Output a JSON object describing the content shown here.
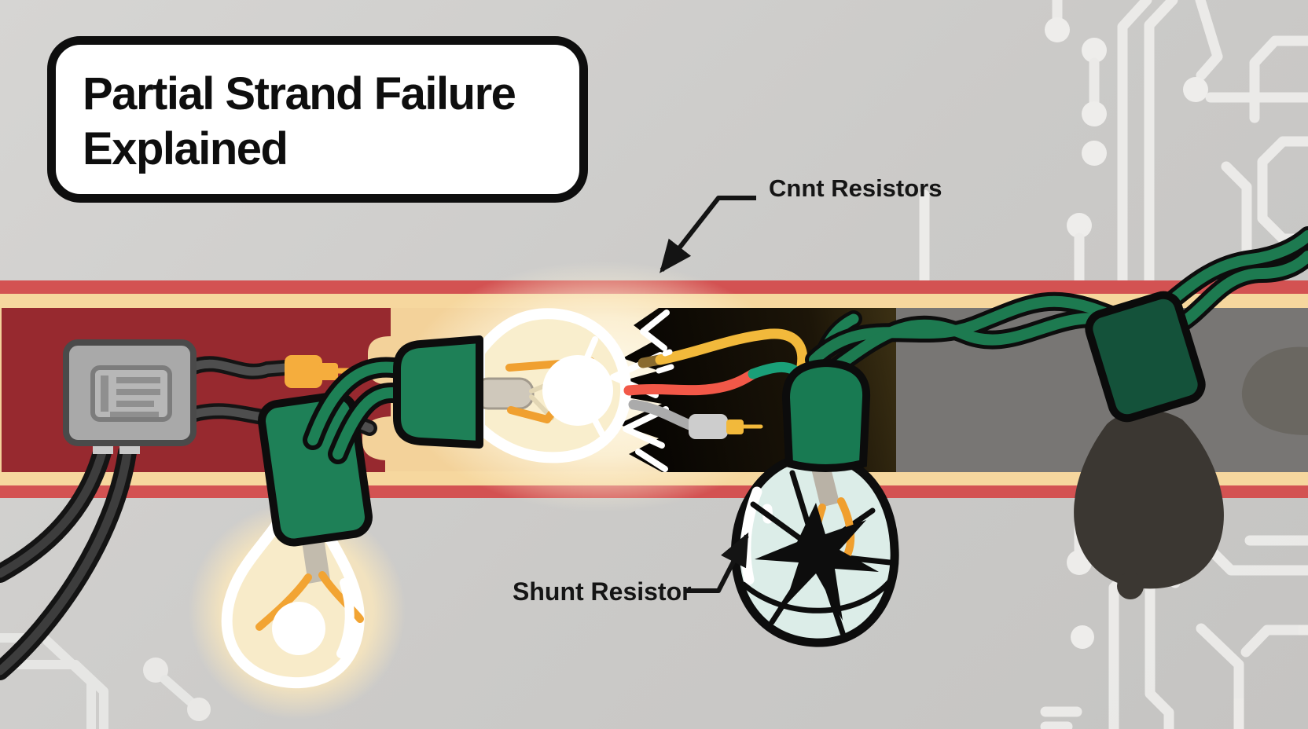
{
  "title": {
    "line1": "Partial Strand Failure",
    "line2": "Explained"
  },
  "callouts": {
    "current_resistors": "Cnnt Resistors",
    "shunt_resistor": "Shunt Resistor"
  },
  "objects": [
    "circuit-board-traces-background",
    "wire-strand-band",
    "power-controller-box",
    "inline-fuse",
    "glowing-bulb-hanging",
    "glowing-bulb-sideways",
    "burnt-break-point",
    "broken-glass-bulb",
    "burnt-out-bulb",
    "green-string-light-wires"
  ],
  "colors": {
    "background": "#cccbc9",
    "band_red": "#d35252",
    "band_cream": "#f6d79e",
    "interior_cream": "#f3d29a",
    "panel_maroon": "#97292f",
    "interior_gray": "#787674",
    "burnt_black": "#0a0703",
    "wire_green": "#1d8055",
    "socket_green": "#1e8057",
    "socket_dark_green": "#14523a",
    "burnt_bulb": "#3b3732",
    "glass_blue": "#dcede8",
    "filament_orange": "#f2a433",
    "fuse_orange": "#f5ad3d",
    "wire_yellow": "#f2b93b",
    "wire_red": "#f25848",
    "wire_teal": "#1aa078",
    "wire_gray": "#ababab",
    "glow_warm": "#fbf0d2",
    "trace_white": "#efeeec",
    "ink": "#141414"
  }
}
